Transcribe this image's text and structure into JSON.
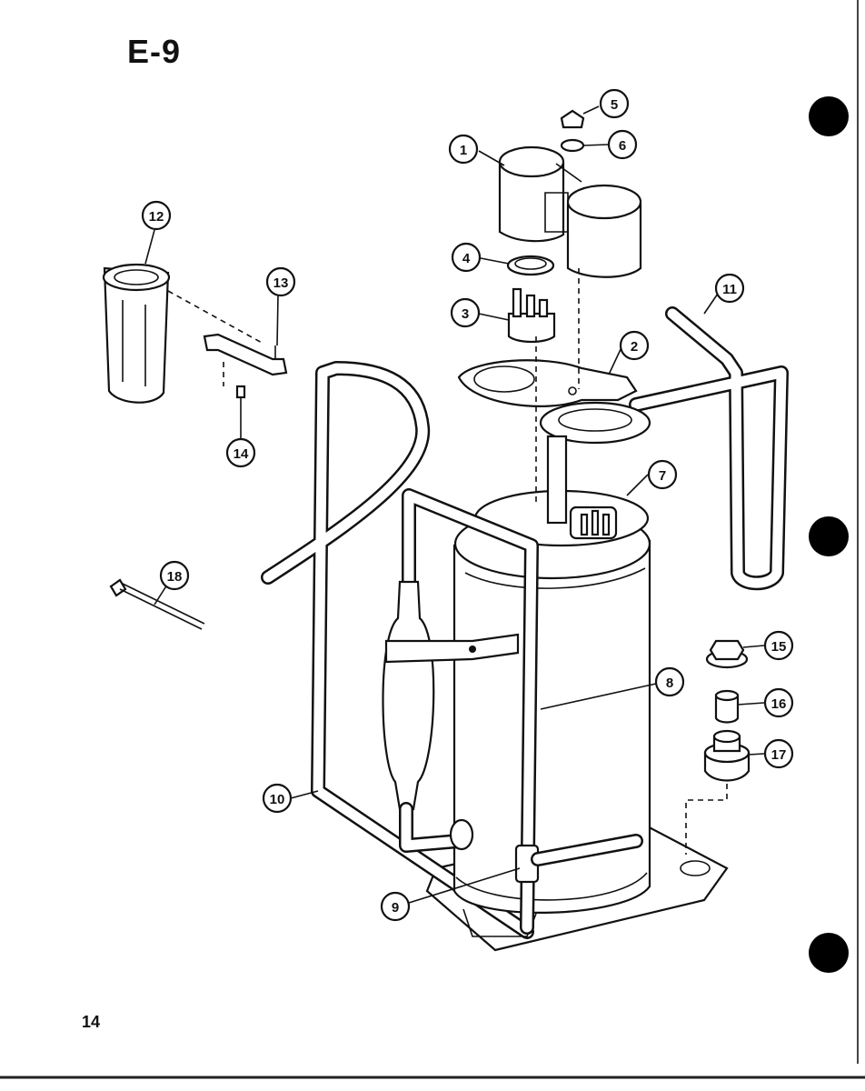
{
  "page": {
    "title": "E-9",
    "page_number": "14"
  },
  "callouts": [
    "1",
    "2",
    "3",
    "4",
    "5",
    "6",
    "7",
    "8",
    "9",
    "10",
    "11",
    "12",
    "13",
    "14",
    "15",
    "16",
    "17",
    "18"
  ]
}
